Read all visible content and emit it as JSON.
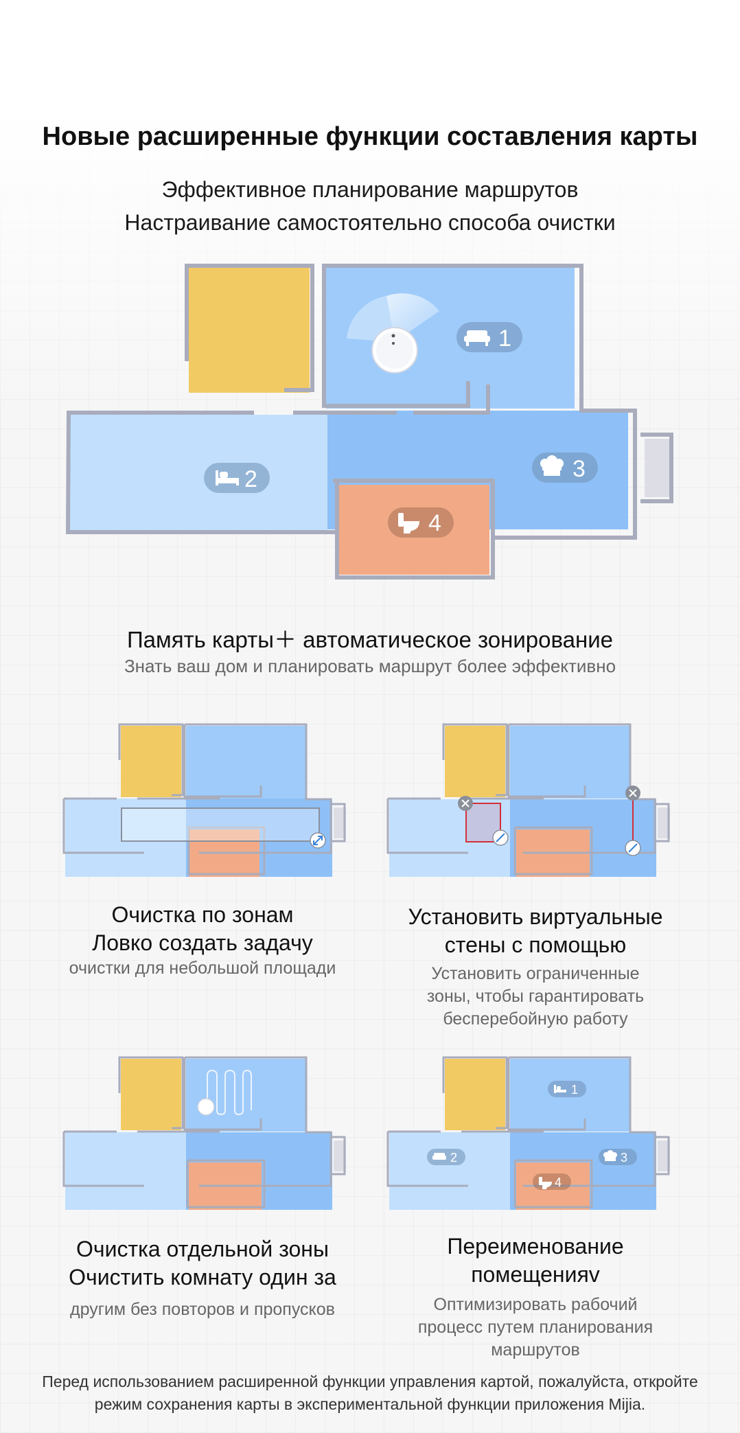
{
  "header": {
    "title": "Новые расширенные функции составления карты",
    "subtitle_line1": "Эффективное планирование маршрутов",
    "subtitle_line2": "Настраивание самостоятельно способа очистки"
  },
  "main_map": {
    "room_labels": [
      "1",
      "2",
      "3",
      "4"
    ],
    "room_icons": [
      "sofa-icon",
      "bed-icon",
      "chef-hat-icon",
      "toilet-icon"
    ]
  },
  "section": {
    "title": "Память карты＋ автоматическое зонирование",
    "subtitle": "Знать ваш дом и планировать маршрут более эффективно"
  },
  "features": {
    "zone": {
      "title_line1": "Очистка по зонам",
      "title_line2": "Ловко создать задачу",
      "desc_line1": "очистки для небольшой площади"
    },
    "walls": {
      "title_line1": "Установить виртуальные",
      "title_line2": "стены с помощью",
      "desc_line1": "Установить ограниченные",
      "desc_line2": "зоны, чтобы гарантировать",
      "desc_line3": "бесперебойную работу"
    },
    "room": {
      "title_line1": "Очистка отдельной зоны",
      "title_line2": "Очистить комнату один за",
      "desc_line1": "другим без повторов и пропусков"
    },
    "rename": {
      "title_line1": "Переименование",
      "title_line2": "помещенияv",
      "desc_line1": "Оптимизировать рабочий",
      "desc_line2": "процесс путем планирования",
      "desc_line3": "маршрутов",
      "room_labels": [
        "1",
        "2",
        "3",
        "4"
      ]
    }
  },
  "footnote": {
    "line1": "Перед использованием расширенной функции управления картой, пожалуйста, откройте",
    "line2": "режим сохранения карты в экспериментальной функции приложения Mijia."
  },
  "colors": {
    "room_yellow": "#f2ca64",
    "room_blue": "#9ecbfa",
    "room_blue_dark": "#8ec0f7",
    "room_light_blue": "#c2e0fd",
    "room_orange": "#f2aa86",
    "dock": "#dcdde5",
    "wall": "#a8acbc",
    "virtual_wall": "#d32f3a"
  }
}
